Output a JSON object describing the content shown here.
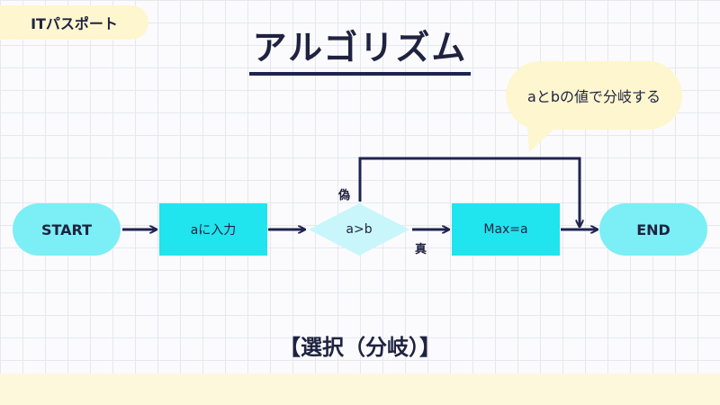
{
  "header": {
    "tag": "ITパスポート",
    "title": "アルゴリズム"
  },
  "callout": "aとbの値で分岐する",
  "flow": {
    "start": "START",
    "input": "aに入力",
    "condition": "a>b",
    "process": "Max=a",
    "end": "END",
    "false_label": "偽",
    "true_label": "真"
  },
  "caption": "【選択（分岐）】",
  "colors": {
    "terminal": "#7ceef6",
    "process": "#20e4ee",
    "decision": "#c9f6fa",
    "arrow": "#1f2350",
    "callout": "#fdf6cf"
  }
}
